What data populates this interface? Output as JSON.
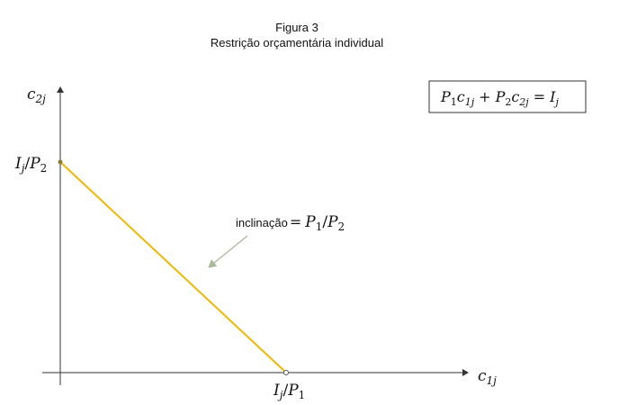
{
  "figure": {
    "title": "Figura 3",
    "subtitle": "Restrição orçamentária individual"
  },
  "diagram": {
    "y_axis_label": {
      "base": "c",
      "sub": "2j"
    },
    "x_axis_label": {
      "base": "c",
      "sub": "1j"
    },
    "y_intercept_label": {
      "num": "I",
      "num_sub": "j",
      "slash": "/",
      "den": "P",
      "den_sub": "2"
    },
    "x_intercept_label": {
      "num": "I",
      "num_sub": "j",
      "slash": "/",
      "den": "P",
      "den_sub": "1"
    },
    "slope_annotation": {
      "text": "inclinação",
      "equals": "=",
      "num": "P",
      "num_sub": "1",
      "slash": "/",
      "den": "P",
      "den_sub": "2"
    },
    "equation_box": {
      "t1": "P",
      "t1_sub": "1",
      "t2": "c",
      "t2_sub": "1j",
      "plus": "+",
      "t3": "P",
      "t3_sub": "2",
      "t4": "c",
      "t4_sub": "2j",
      "equals": "=",
      "rhs": "I",
      "rhs_sub": "j"
    },
    "colors": {
      "budget_line": "#f2b705",
      "axes": "#333333",
      "arrow": "#a8b89a",
      "intercept_dot": "#8a7a3a"
    }
  }
}
